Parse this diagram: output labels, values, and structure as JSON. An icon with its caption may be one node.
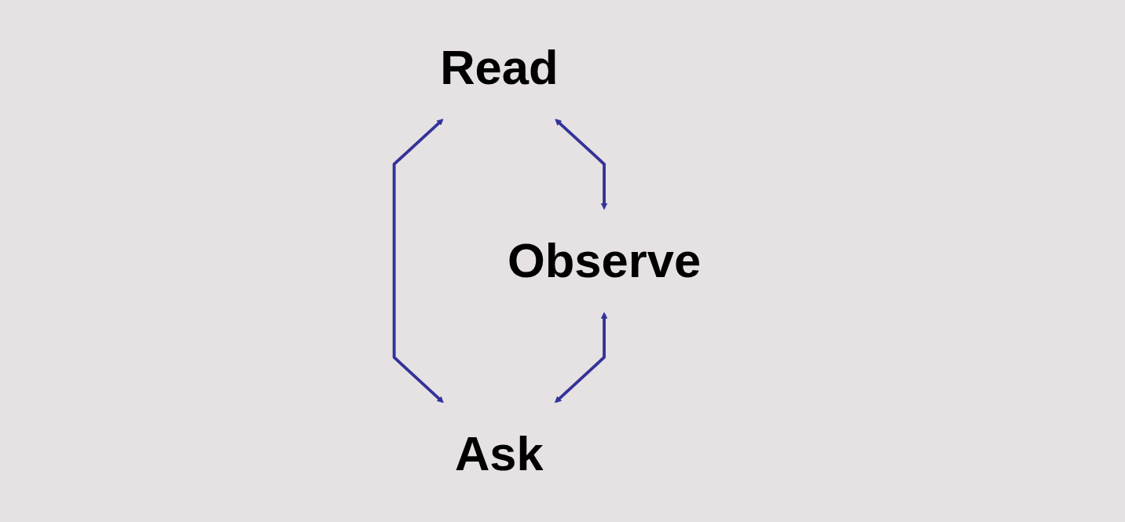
{
  "diagram": {
    "nodes": [
      {
        "text": [
          "Read"
        ]
      },
      {
        "text": [
          "Observe"
        ]
      },
      {
        "text": [
          "Ask"
        ]
      }
    ],
    "edges": [
      {
        "from": 0,
        "to": 1,
        "arrow": "both"
      },
      {
        "from": 0,
        "to": 2,
        "arrow": "both"
      },
      {
        "from": 1,
        "to": 2,
        "arrow": "both"
      }
    ]
  }
}
